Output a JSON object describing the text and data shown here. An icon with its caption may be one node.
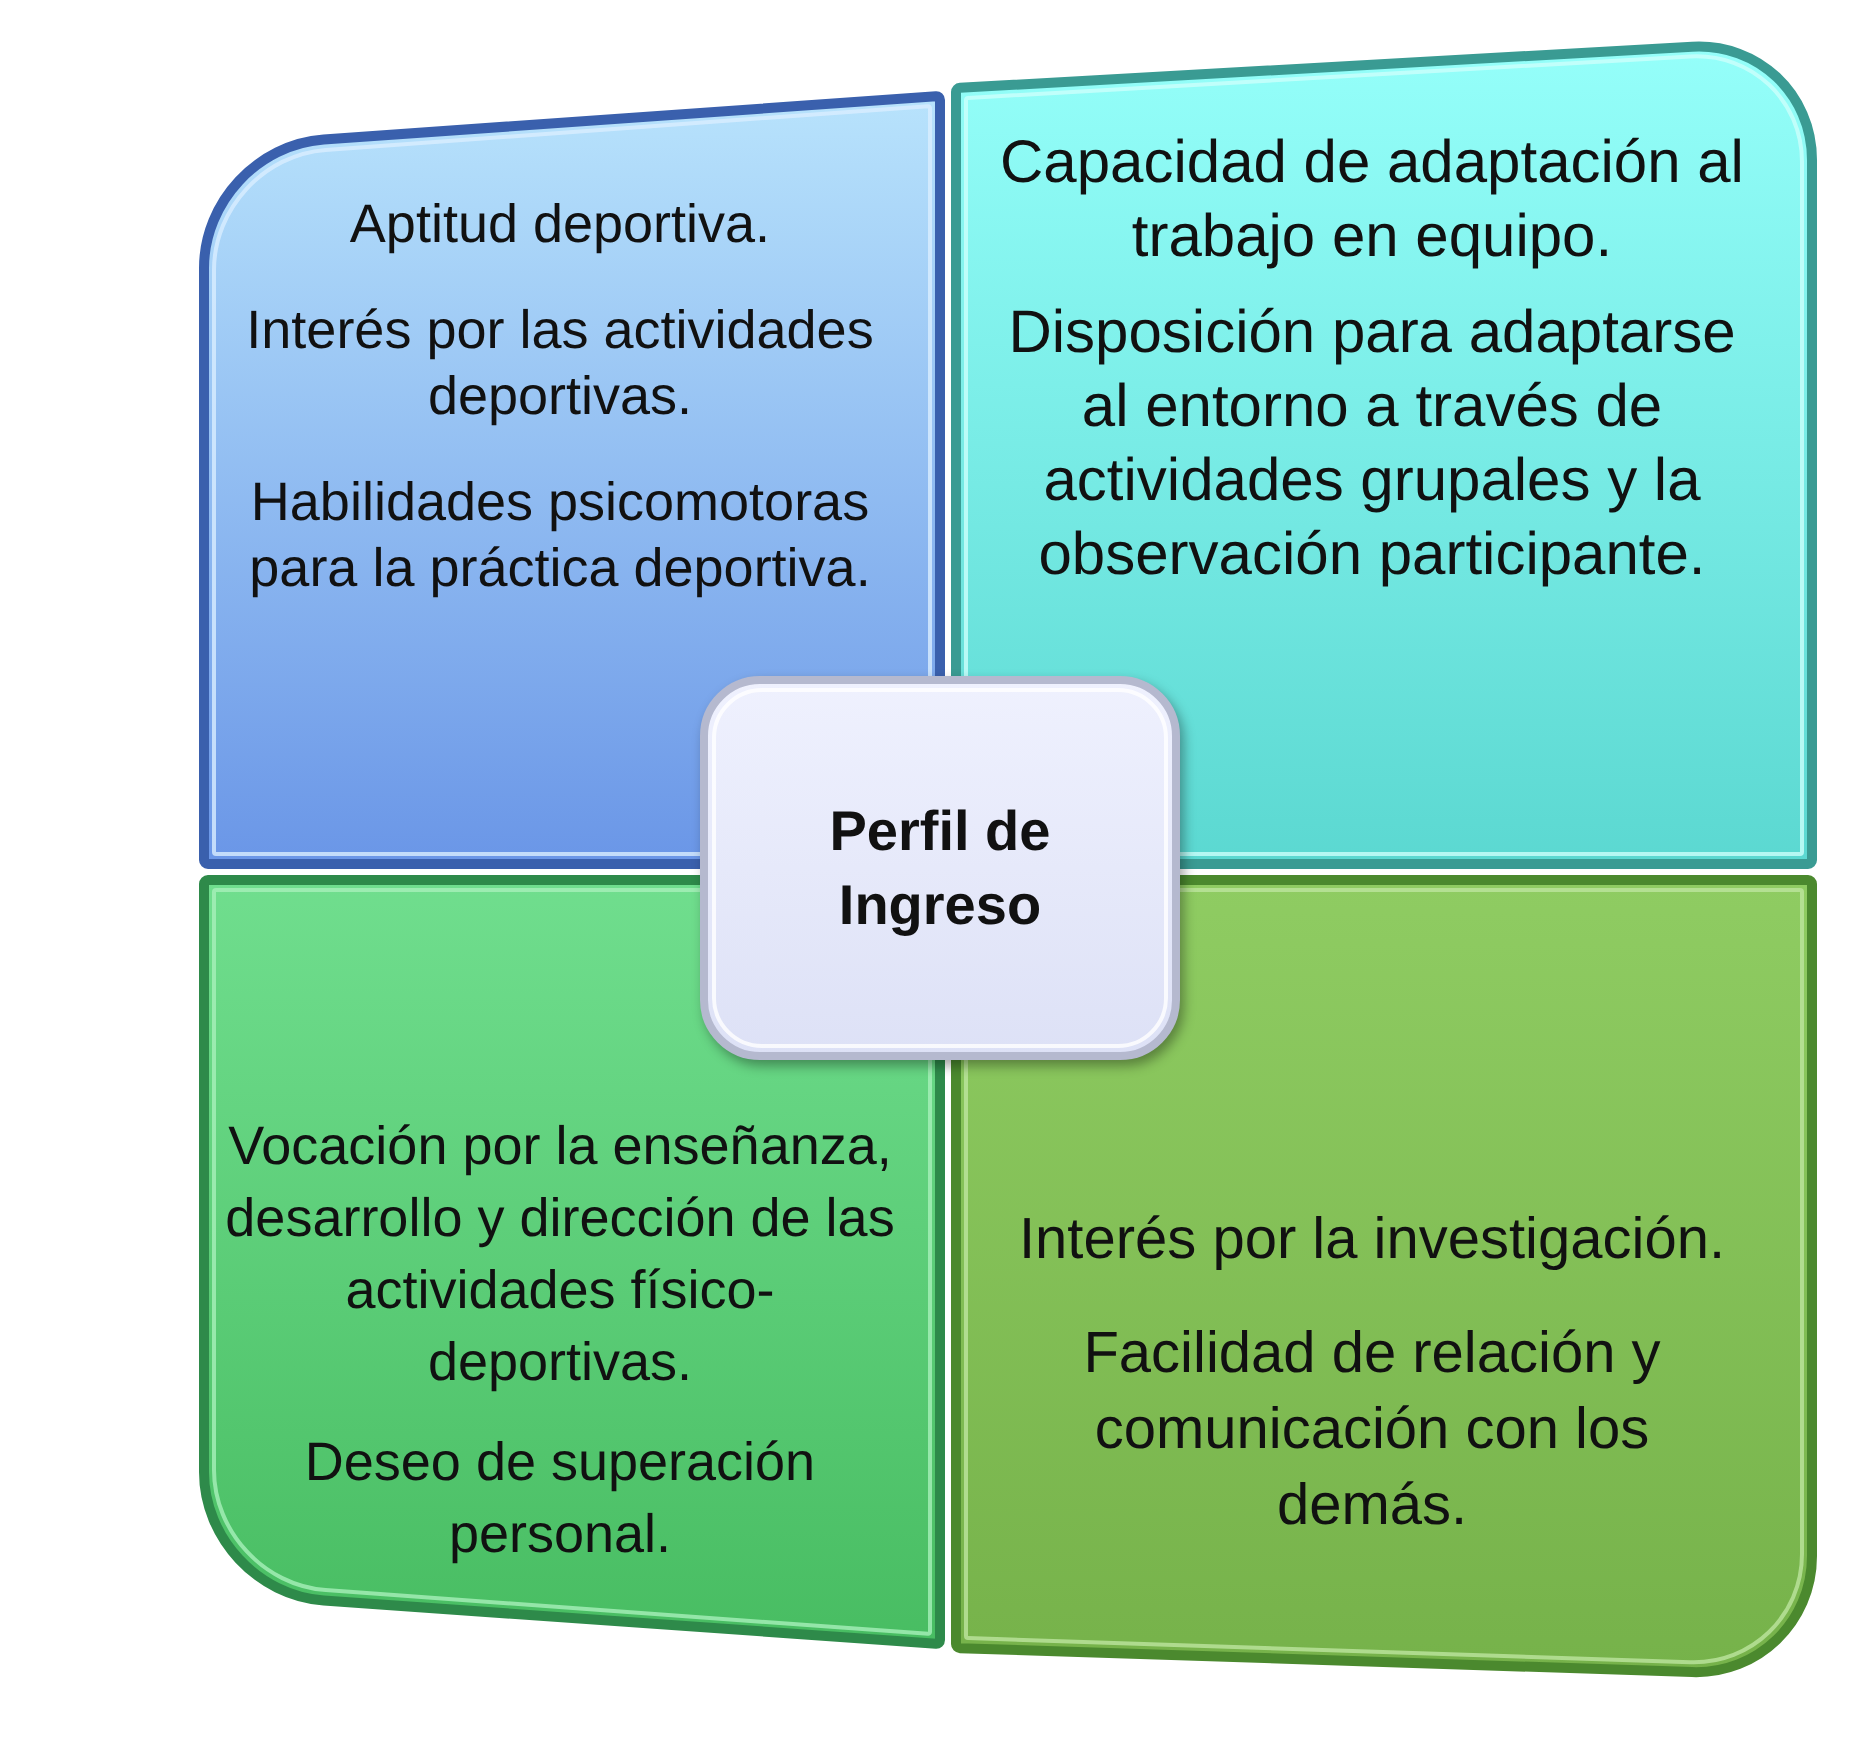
{
  "diagram": {
    "nodes": [
      {
        "text": [
          "Aptitud deportiva.",
          "Interés por las actividades deportivas.",
          "Habilidades psicomotoras para la práctica deportiva."
        ]
      },
      {
        "text": [
          "Capacidad de adaptación al trabajo en equipo.",
          "Disposición para adaptarse al entorno a través de actividades grupales y la observación participante."
        ]
      },
      {
        "text": [
          "Perfil de Ingreso"
        ]
      },
      {
        "text": [
          "Vocación por la enseñanza, desarrollo y dirección de las actividades físico-deportivas.",
          "Deseo de superación personal."
        ]
      },
      {
        "text": [
          "Interés por la investigación.",
          "Facilidad de relación y comunicación con los demás."
        ]
      }
    ]
  }
}
